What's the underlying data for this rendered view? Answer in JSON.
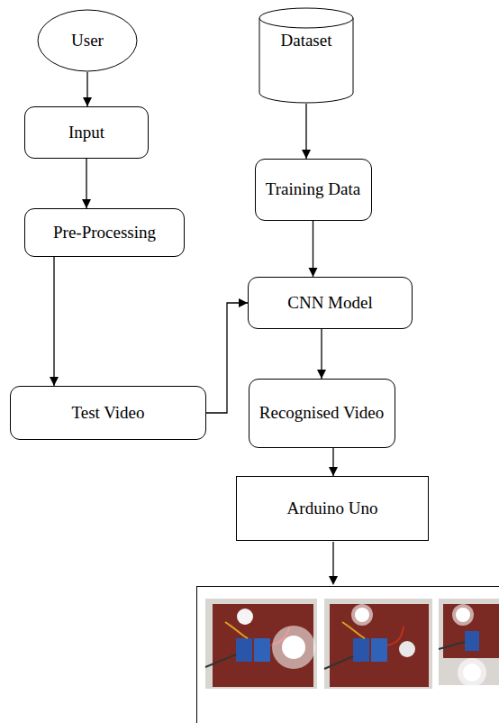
{
  "diagram": {
    "nodes": [
      {
        "text": [
          "User"
        ]
      },
      {
        "text": [
          "Input"
        ]
      },
      {
        "text": [
          "Pre-Processing"
        ]
      },
      {
        "text": [
          "Test Video"
        ]
      },
      {
        "text": [
          "Dataset"
        ]
      },
      {
        "text": [
          "Training Data"
        ]
      },
      {
        "text": [
          "CNN Model"
        ]
      },
      {
        "text": [
          "Recognised Video"
        ]
      },
      {
        "text": [
          "Arduino Uno"
        ]
      }
    ],
    "edges": [
      {
        "from": 0,
        "to": 1,
        "arrow": "to"
      },
      {
        "from": 1,
        "to": 2,
        "arrow": "to"
      },
      {
        "from": 2,
        "to": 3,
        "arrow": "to"
      },
      {
        "from": 3,
        "to": 6,
        "arrow": "to"
      },
      {
        "from": 4,
        "to": 5,
        "arrow": "to"
      },
      {
        "from": 5,
        "to": 6,
        "arrow": "to"
      },
      {
        "from": 6,
        "to": 7,
        "arrow": "to"
      },
      {
        "from": 7,
        "to": 8,
        "arrow": "to"
      }
    ]
  }
}
